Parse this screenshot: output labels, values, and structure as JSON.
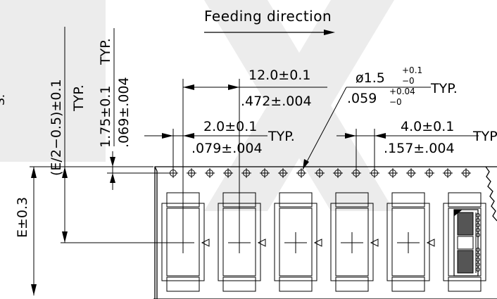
{
  "labels": {
    "feeding_direction": "Feeding direction",
    "pitch_mm": "12.0±0.1",
    "pitch_in": ".472±.004",
    "hole_dia_mm_base": "ø1.5",
    "hole_dia_mm_upper": "+0.1",
    "hole_dia_mm_lower": "−0",
    "hole_dia_in_base": ".059",
    "hole_dia_in_upper": "+0.04",
    "hole_dia_in_lower": "−0",
    "hole_typ": "TYP.",
    "offset_mm": "2.0±0.1",
    "offset_in": ".079±.004",
    "offset_typ": "TYP.",
    "hole_pitch_mm": "4.0±0.1",
    "hole_pitch_in": ".157±.004",
    "hole_pitch_typ": "TYP",
    "edge_dist_mm": "1.75±0.1",
    "edge_dist_typ": "TYP.",
    "edge_dist_in": ".069±.004",
    "center_dist": "(E/2−0.5)±0.1",
    "center_dist_typ": "TYP.",
    "width": "E±0.3",
    "cut_text": "S."
  }
}
